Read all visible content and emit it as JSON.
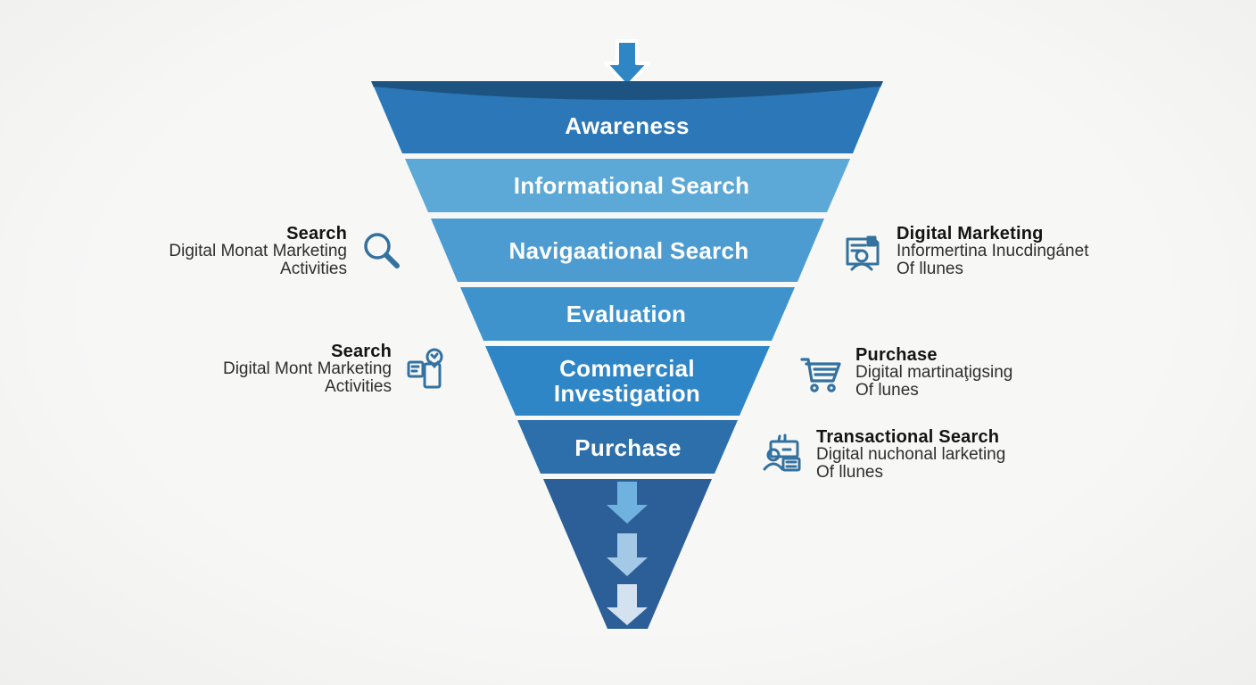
{
  "background_color": "#f6f6f4",
  "funnel": {
    "top_arrow_color": "#2e86c5",
    "lip_color": "#1d5381",
    "tip_color": "#2c5f97",
    "tip_arrow_colors": [
      "#70b2df",
      "#a3c9e6",
      "#d3e2ee"
    ],
    "stages": [
      {
        "label": "Awareness",
        "color": "#2b77b7",
        "lines": [
          "Awareness"
        ]
      },
      {
        "label": "Informational Search",
        "color": "#5ca8d6",
        "lines": [
          "Informational Search"
        ]
      },
      {
        "label": "Navigaational Search",
        "color": "#4c9cd1",
        "lines": [
          "Navigaational Search"
        ]
      },
      {
        "label": "Evaluation",
        "color": "#3f93cd",
        "lines": [
          "Evaluation"
        ]
      },
      {
        "label": "Commercial Investigation",
        "color": "#2f86c6",
        "lines": [
          "Commercial",
          "Investigation"
        ]
      },
      {
        "label": "Purchase",
        "color": "#2c6fab",
        "lines": [
          "Purchase"
        ]
      }
    ]
  },
  "annotations": {
    "icon_color": "#33719f",
    "title_color": "#141414",
    "line_color": "#2e2e2e",
    "left": [
      {
        "icon": "magnifier-icon",
        "title": "Search",
        "line1": "Digital Monat Marketing",
        "line2": "Activities"
      },
      {
        "icon": "device-location-icon",
        "title": "Search",
        "line1": "Digital Mont Marketing",
        "line2": "Activities"
      }
    ],
    "right": [
      {
        "icon": "id-document-icon",
        "title": "Digital Marketing",
        "line1": "Informertina Inucdingánet",
        "line2": "Of llunes"
      },
      {
        "icon": "shopping-cart-icon",
        "title": "Purchase",
        "line1": "Digital martinaţigsing",
        "line2": "Of lunes"
      },
      {
        "icon": "contact-badge-icon",
        "title": "Transactional Search",
        "line1": "Digital nuchonal larketing",
        "line2": "Of llunes"
      }
    ]
  }
}
